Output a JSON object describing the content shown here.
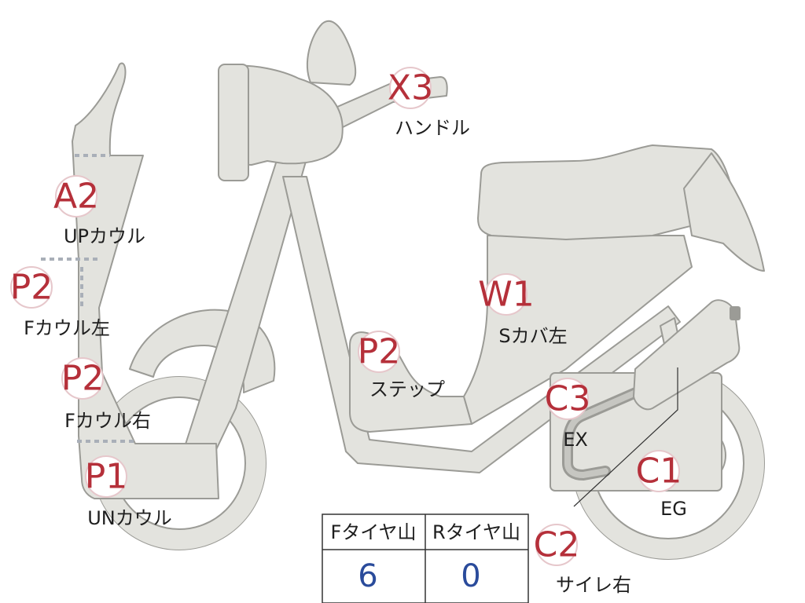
{
  "parts": [
    {
      "id": "x3",
      "code": "X3",
      "label": "ハンドル"
    },
    {
      "id": "a2",
      "code": "A2",
      "label": "UPカウル"
    },
    {
      "id": "p2-left",
      "code": "P2",
      "label": "Fカウル左"
    },
    {
      "id": "p2-right",
      "code": "P2",
      "label": "Fカウル右"
    },
    {
      "id": "p1",
      "code": "P1",
      "label": "UNカウル"
    },
    {
      "id": "p2-step",
      "code": "P2",
      "label": "ステップ"
    },
    {
      "id": "w1",
      "code": "W1",
      "label": "Sカバ左"
    },
    {
      "id": "c3",
      "code": "C3",
      "label": "EX"
    },
    {
      "id": "c1",
      "code": "C1",
      "label": "EG"
    },
    {
      "id": "c2",
      "code": "C2",
      "label": "サイレ右"
    }
  ],
  "tire_table": {
    "headers": [
      "Fタイヤ山",
      "Rタイヤ山"
    ],
    "values": [
      "6",
      "0"
    ]
  },
  "colors": {
    "part_fill": "#e3e3de",
    "part_outline": "#9b9b96",
    "code_red": "#b5303a",
    "value_blue": "#2a4b9b"
  }
}
